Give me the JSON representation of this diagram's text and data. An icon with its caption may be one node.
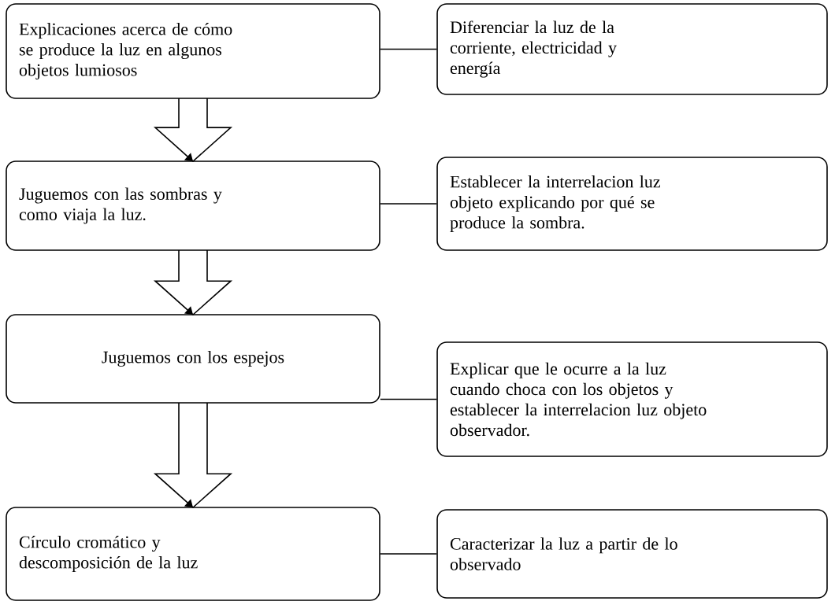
{
  "diagram": {
    "nodes": [
      {
        "text": [
          "Explicaciones acerca de cómo se produce la luz en algunos objetos lumiosos"
        ]
      },
      {
        "text": [
          "Diferenciar la luz de la corriente, electricidad y energía"
        ]
      },
      {
        "text": [
          "Juguemos con las sombras y como viaja la luz."
        ]
      },
      {
        "text": [
          "Establecer la interrelacion luz objeto explicando por qué se produce la sombra."
        ]
      },
      {
        "text": [
          "Juguemos con los espejos"
        ]
      },
      {
        "text": [
          "Explicar que le ocurre a la luz cuando choca con los objetos y establecer la interrelacion luz objeto observador."
        ]
      },
      {
        "text": [
          "Círculo cromático y descomposición de la luz"
        ]
      },
      {
        "text": [
          "Caracterizar la luz a partir de lo observado"
        ]
      }
    ],
    "edges": [
      {
        "from": 0,
        "to": 1,
        "arrow": "none"
      },
      {
        "from": 0,
        "to": 2,
        "arrow": "to"
      },
      {
        "from": 2,
        "to": 3,
        "arrow": "none"
      },
      {
        "from": 2,
        "to": 4,
        "arrow": "to"
      },
      {
        "from": 4,
        "to": 5,
        "arrow": "none"
      },
      {
        "from": 4,
        "to": 6,
        "arrow": "to"
      },
      {
        "from": 6,
        "to": 7,
        "arrow": "none"
      }
    ]
  }
}
